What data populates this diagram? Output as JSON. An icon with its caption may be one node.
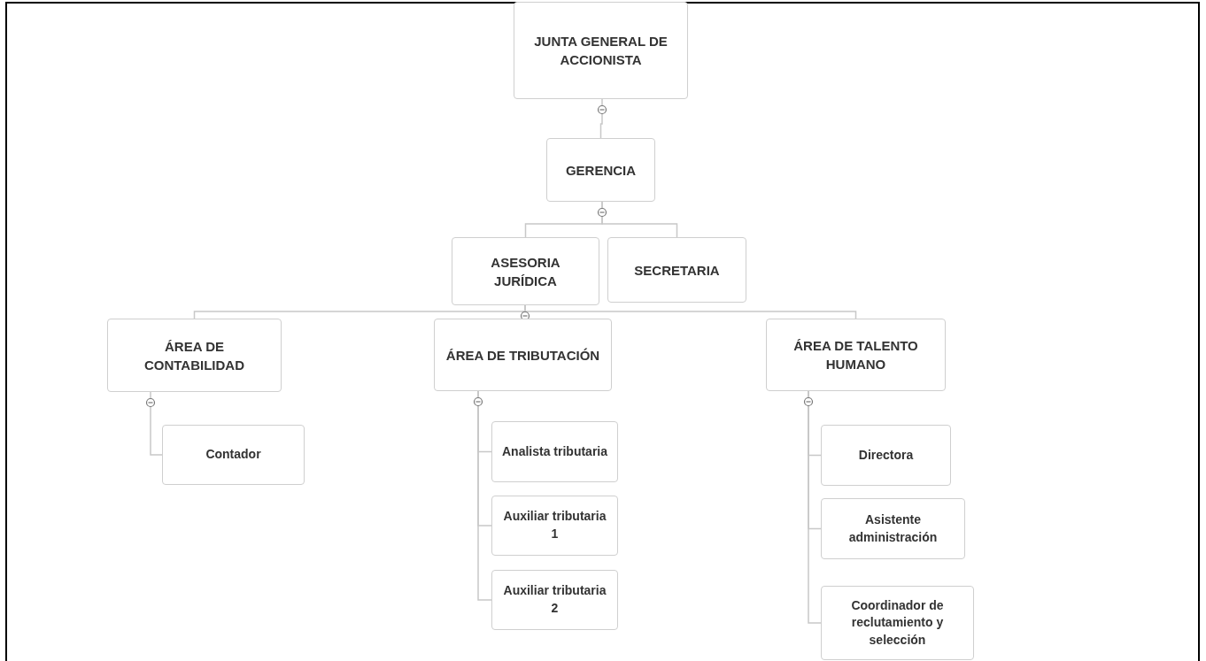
{
  "diagram": {
    "nodes": [
      {
        "text": [
          "JUNTA GENERAL DE ACCIONISTA"
        ]
      },
      {
        "text": [
          "GERENCIA"
        ]
      },
      {
        "text": [
          "ASESORIA JURÍDICA"
        ]
      },
      {
        "text": [
          "SECRETARIA"
        ]
      },
      {
        "text": [
          "ÁREA DE CONTABILIDAD"
        ]
      },
      {
        "text": [
          "ÁREA DE TRIBUTACIÓN"
        ]
      },
      {
        "text": [
          "ÁREA DE TALENTO HUMANO"
        ]
      },
      {
        "text": [
          "Contador"
        ]
      },
      {
        "text": [
          "Analista tributaria"
        ]
      },
      {
        "text": [
          "Auxiliar tributaria 1"
        ]
      },
      {
        "text": [
          "Auxiliar tributaria 2"
        ]
      },
      {
        "text": [
          "Directora"
        ]
      },
      {
        "text": [
          "Asistente administración"
        ]
      },
      {
        "text": [
          "Coordinador de reclutamiento y selección"
        ]
      }
    ],
    "edges": [
      {
        "from": 0,
        "to": 1,
        "arrow": "none"
      },
      {
        "from": 1,
        "to": 2,
        "arrow": "none"
      },
      {
        "from": 1,
        "to": 3,
        "arrow": "none"
      },
      {
        "from": 2,
        "to": 4,
        "arrow": "none"
      },
      {
        "from": 2,
        "to": 5,
        "arrow": "none"
      },
      {
        "from": 2,
        "to": 6,
        "arrow": "none"
      },
      {
        "from": 4,
        "to": 7,
        "arrow": "none"
      },
      {
        "from": 5,
        "to": 8,
        "arrow": "none"
      },
      {
        "from": 5,
        "to": 9,
        "arrow": "none"
      },
      {
        "from": 5,
        "to": 10,
        "arrow": "none"
      },
      {
        "from": 6,
        "to": 11,
        "arrow": "none"
      },
      {
        "from": 6,
        "to": 12,
        "arrow": "none"
      },
      {
        "from": 6,
        "to": 13,
        "arrow": "none"
      }
    ]
  }
}
